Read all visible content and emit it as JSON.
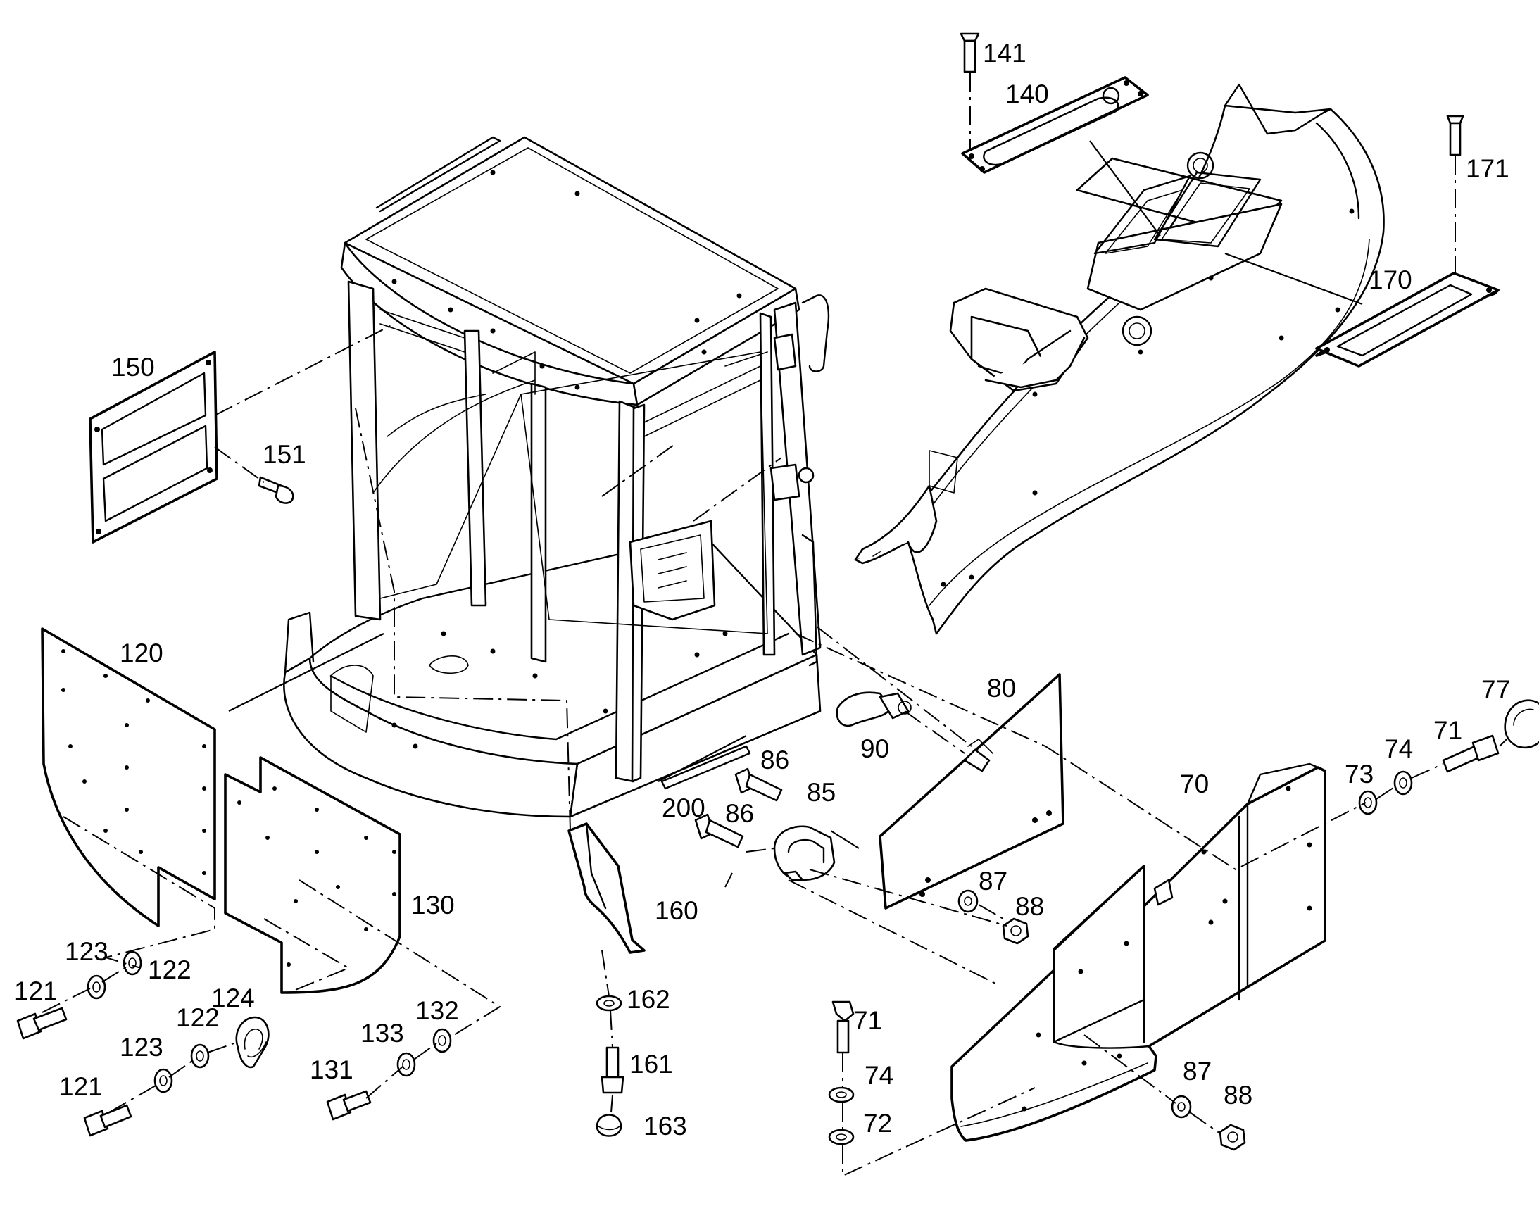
{
  "labels": {
    "l70": "70",
    "l71a": "71",
    "l71b": "71",
    "l72": "72",
    "l73": "73",
    "l74a": "74",
    "l74b": "74",
    "l77": "77",
    "l80": "80",
    "l85": "85",
    "l86a": "86",
    "l86b": "86",
    "l87a": "87",
    "l87b": "87",
    "l88a": "88",
    "l88b": "88",
    "l90": "90",
    "l120": "120",
    "l121a": "121",
    "l121b": "121",
    "l122a": "122",
    "l122b": "122",
    "l123a": "123",
    "l123b": "123",
    "l124": "124",
    "l130": "130",
    "l131": "131",
    "l132": "132",
    "l133": "133",
    "l140": "140",
    "l141": "141",
    "l150": "150",
    "l151": "151",
    "l160": "160",
    "l161": "161",
    "l162": "162",
    "l163": "163",
    "l170": "170",
    "l171": "171",
    "l200": "200"
  }
}
